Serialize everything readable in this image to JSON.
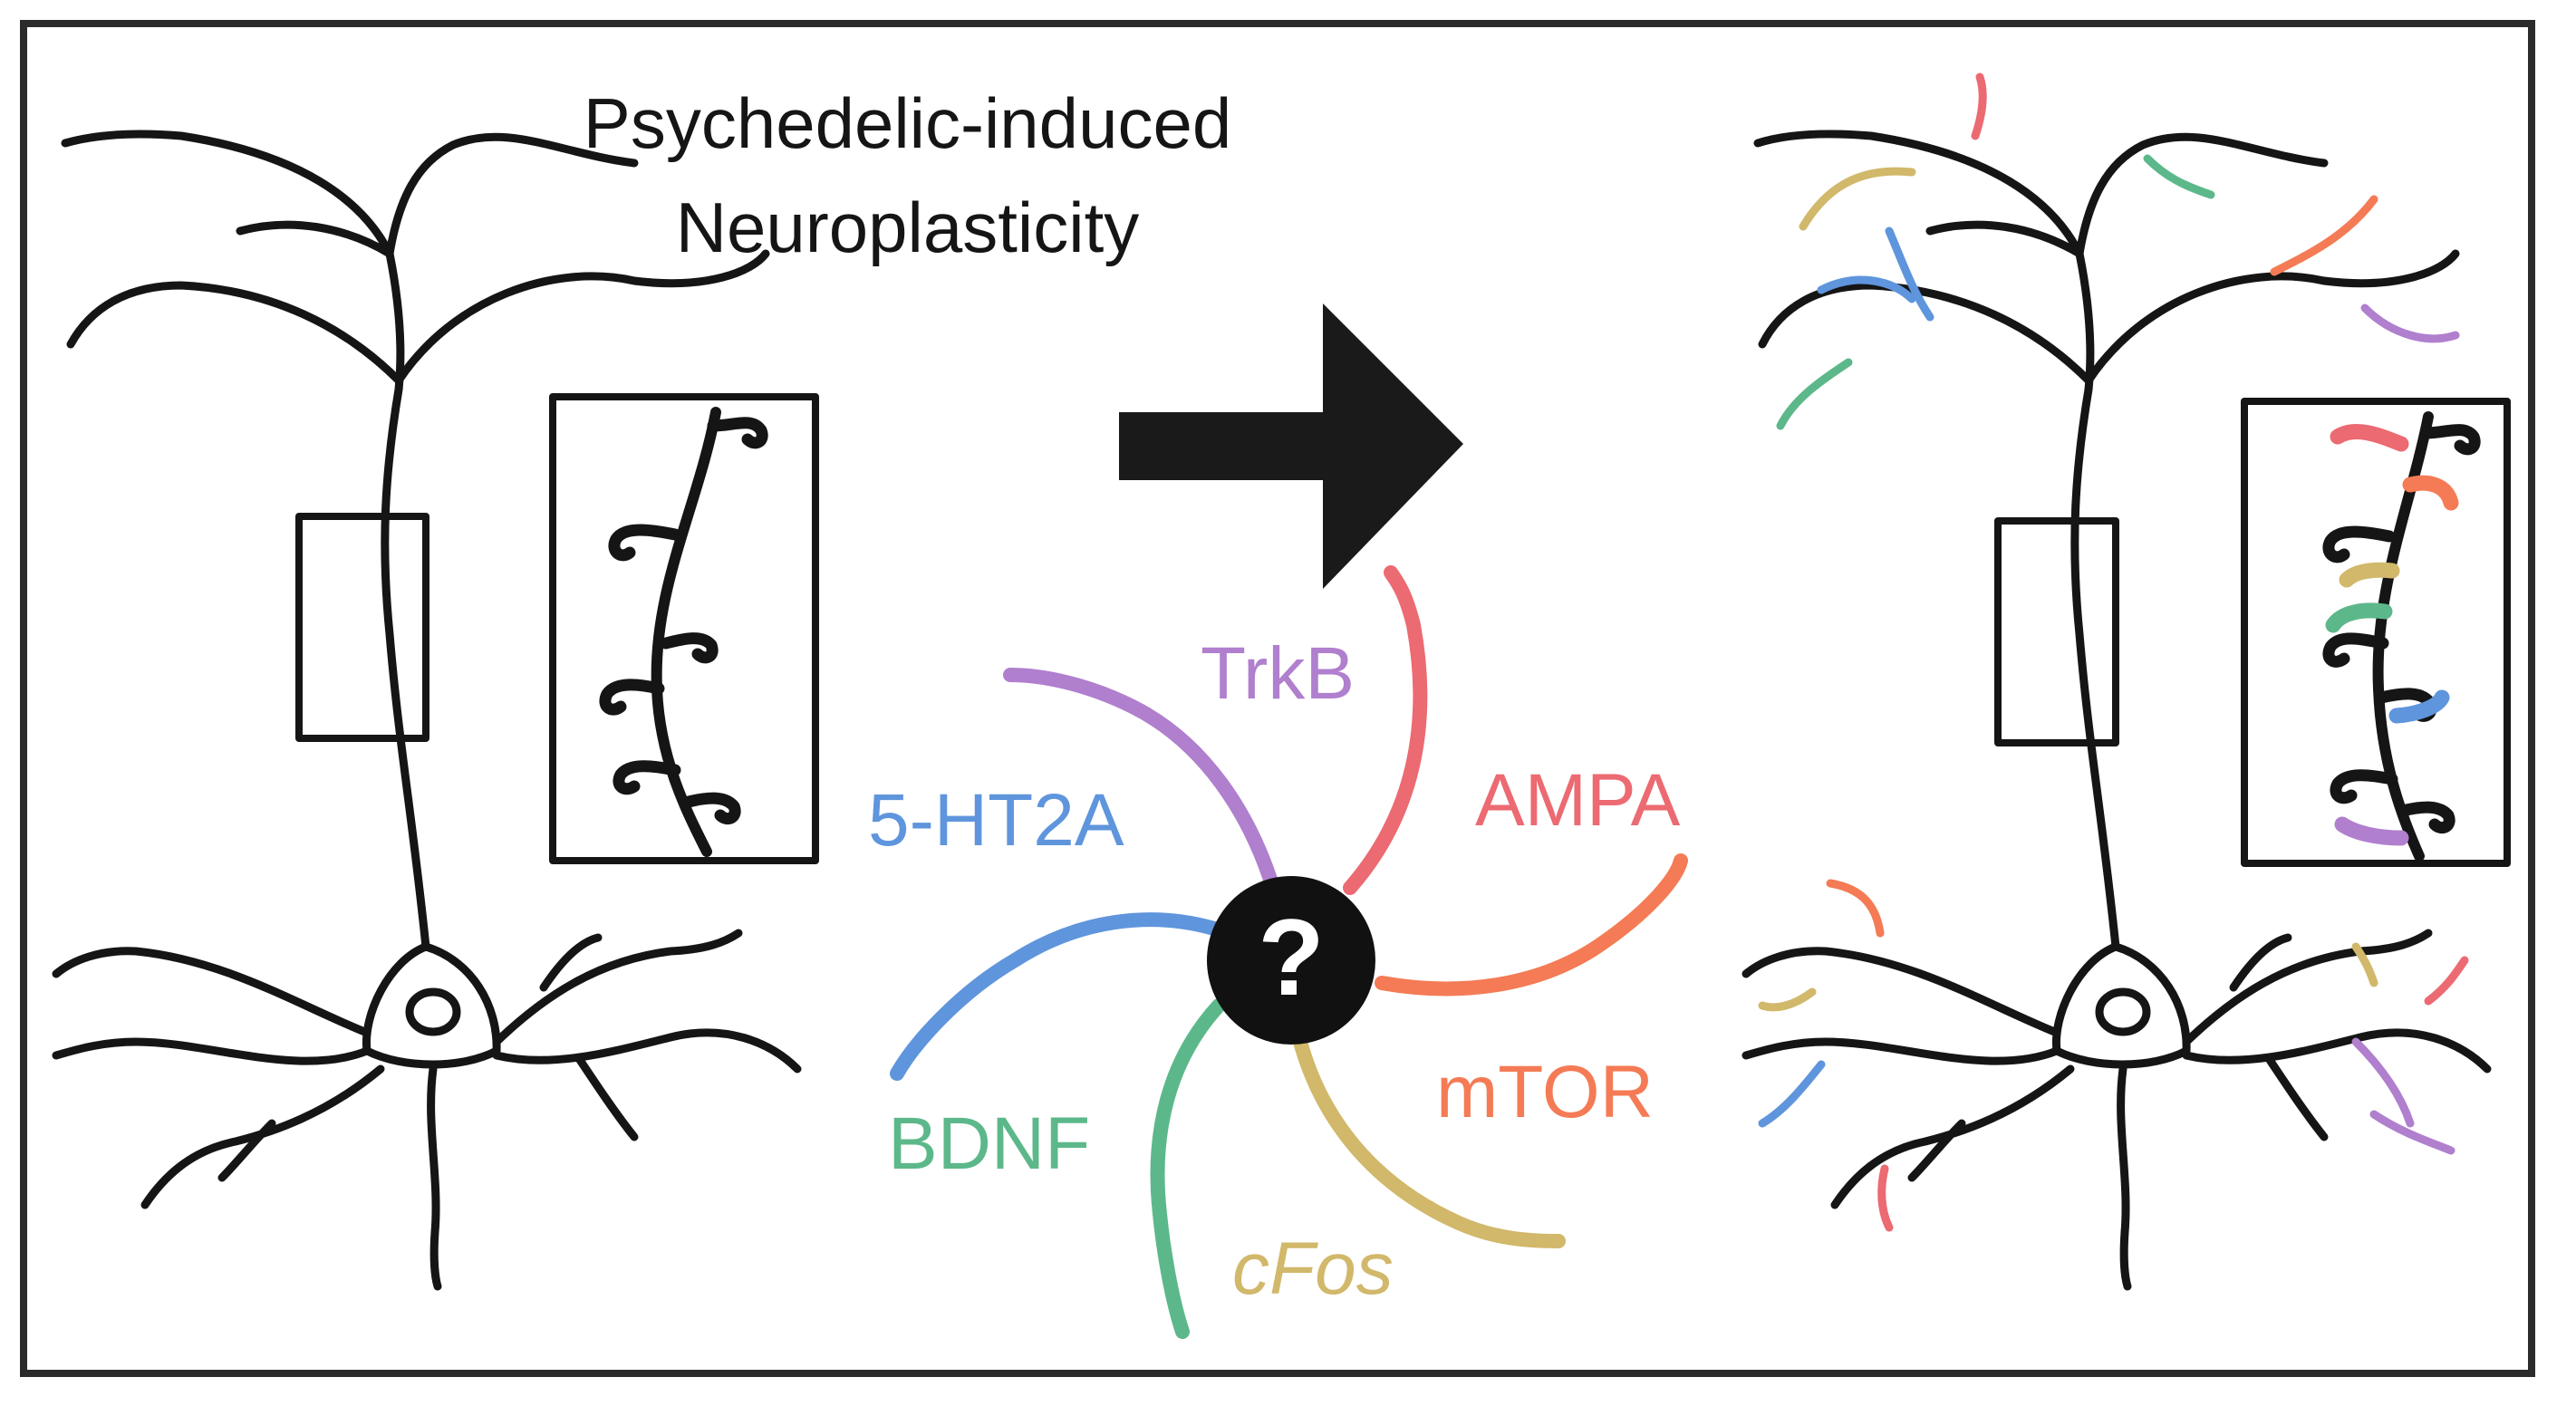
{
  "title": {
    "line1": "Psychedelic-induced",
    "line2": "Neuroplasticity"
  },
  "center_symbol": "?",
  "pathways": [
    {
      "label": "TrkB",
      "color": "#b07fce",
      "italic": false
    },
    {
      "label": "AMPA",
      "color": "#ec6a72",
      "italic": false
    },
    {
      "label": "mTOR",
      "color": "#f47b55",
      "italic": false
    },
    {
      "label": "cFos",
      "color": "#d1b86a",
      "italic": true
    },
    {
      "label": "BDNF",
      "color": "#5cb88a",
      "italic": false
    },
    {
      "label": "5-HT2A",
      "color": "#5f95dc",
      "italic": false
    }
  ],
  "colors": {
    "ink": "#151515",
    "arrow": "#1a1a1a"
  }
}
